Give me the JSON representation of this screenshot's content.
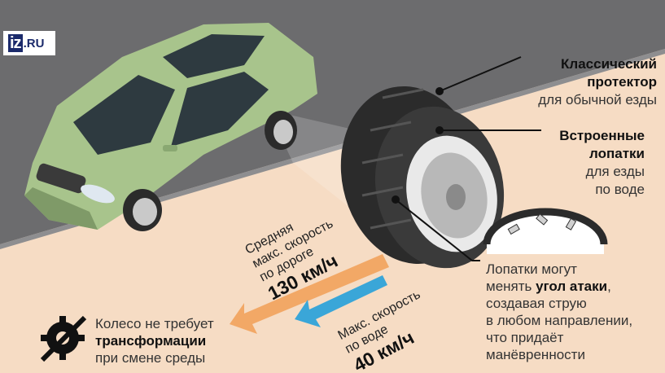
{
  "logo": {
    "mark": "iz",
    "domain": ".RU"
  },
  "callouts": {
    "classic": {
      "bold1": "Классический",
      "bold2": "протектор",
      "rest": "для обычной езды"
    },
    "builtin": {
      "bold1": "Встроенные",
      "bold2": "лопатки",
      "rest1": "для езды",
      "rest2": "по воде"
    },
    "blades": {
      "line1": "Лопатки могут",
      "line2_pre": "менять ",
      "line2_bold": "угол атаки",
      "line2_post": ",",
      "line3": "создавая струю",
      "line4": "в любом направлении,",
      "line5": "что придаёт",
      "line6": "манёвренности"
    }
  },
  "road_speed": {
    "line1": "Средняя",
    "line2": "макс. скорость",
    "line3": "по дороге",
    "value": "130 км/ч"
  },
  "water_speed": {
    "line1": "Макс. скорость",
    "line2": "по воде",
    "value": "40 км/ч"
  },
  "transform": {
    "line1": "Колесо не требует",
    "bold": "трансформации",
    "line3": "при смене среды"
  },
  "colors": {
    "road": "#6f6f71",
    "sand": "#f6dcc4",
    "car": "#a8c48c",
    "water_arrow": "#3aa6d8",
    "speed_arrow": "#f2a25c",
    "tire": "#2b2b2b"
  }
}
